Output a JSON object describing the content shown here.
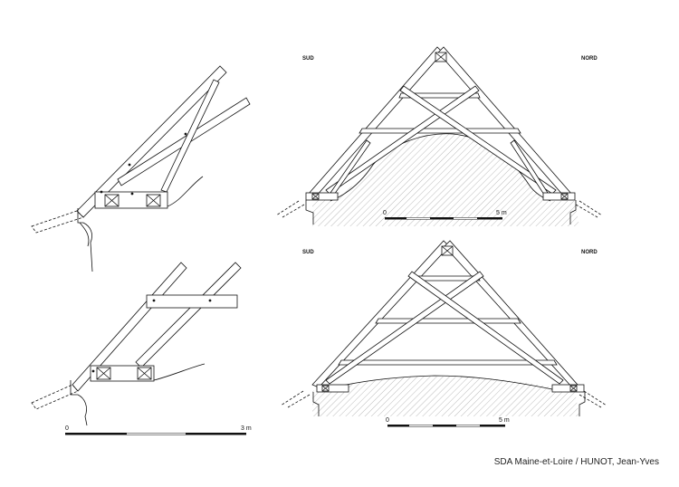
{
  "labels": {
    "top_south": "SUD",
    "top_north": "NORD",
    "bottom_south": "SUD",
    "bottom_north": "NORD"
  },
  "scales": {
    "top_right": {
      "start": "0",
      "end": "5 m"
    },
    "bottom_right": {
      "start": "0",
      "end": "5 m"
    },
    "bottom_left": {
      "start": "0",
      "end": "3 m"
    }
  },
  "credit": "SDA Maine-et-Loire / HUNOT, Jean-Yves"
}
